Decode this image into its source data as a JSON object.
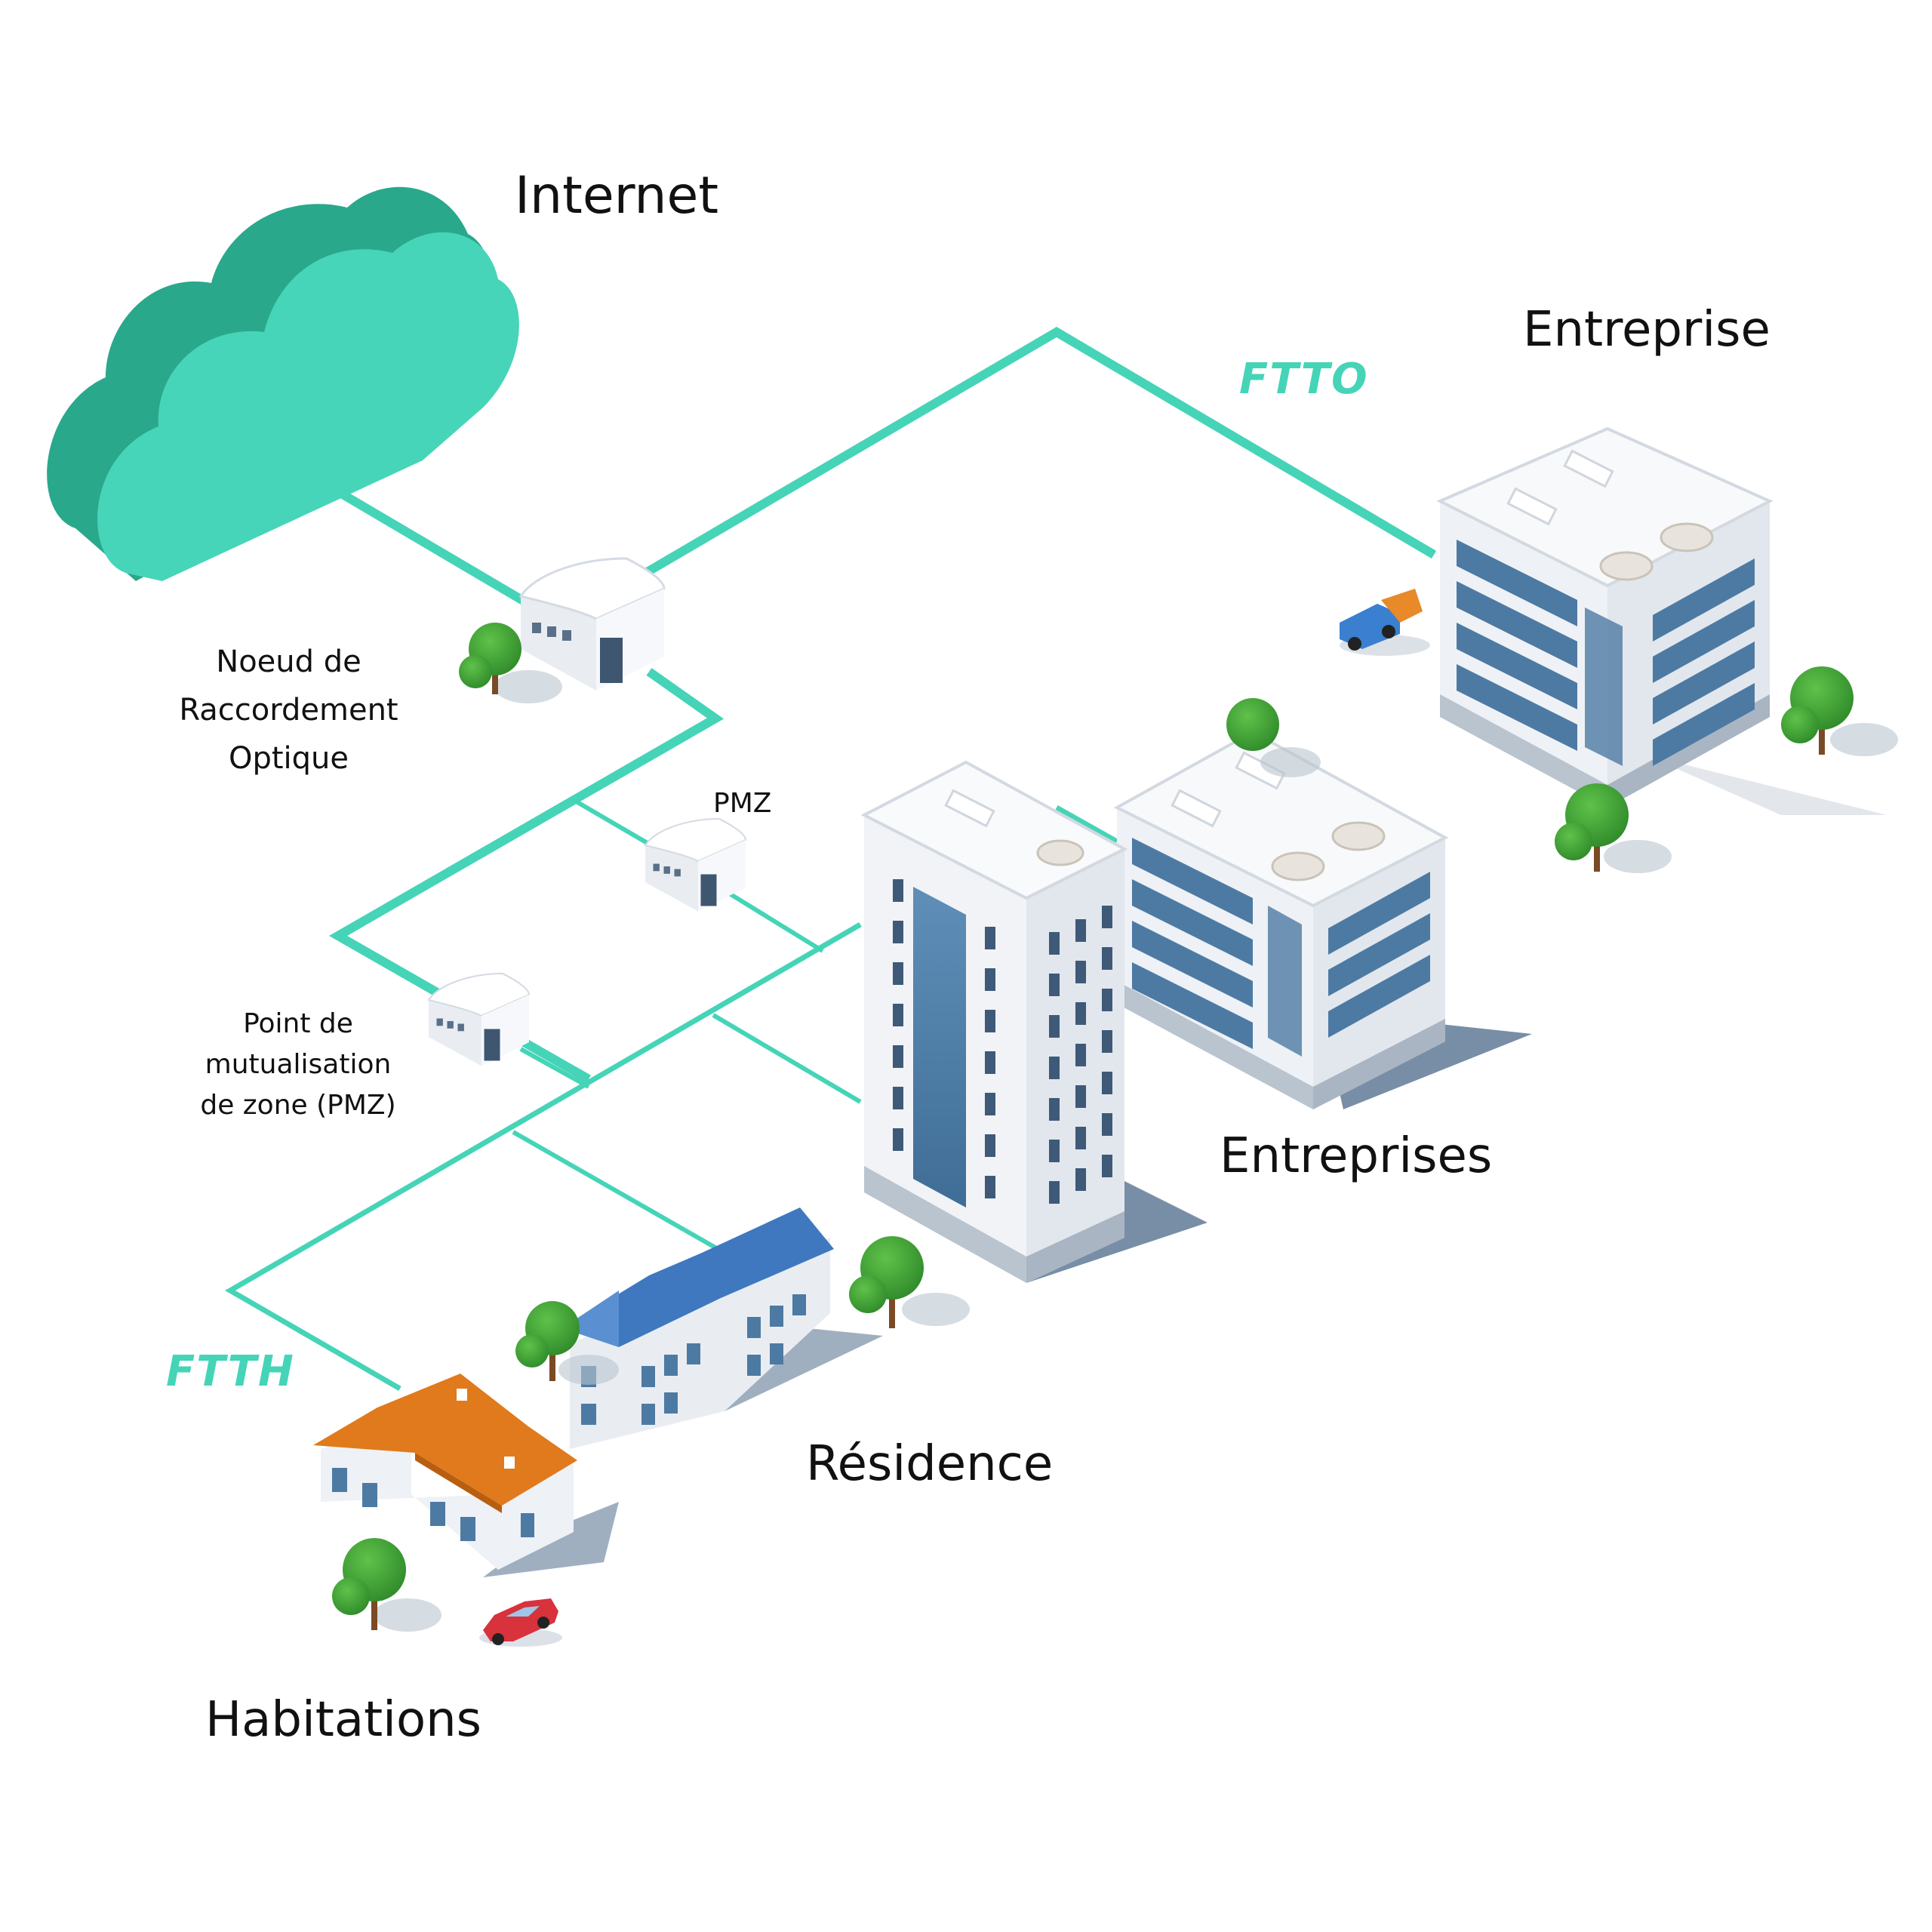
{
  "colors": {
    "fiber": "#45d4b7",
    "cloud_front": "#46d5b8",
    "cloud_side": "#2aa88b",
    "label_text": "#111111"
  },
  "labels": {
    "internet": "Internet",
    "entreprise": "Entreprise",
    "ftto": "FTTO",
    "ftth": "FTTH",
    "nro_line1": "Noeud de",
    "nro_line2": "Raccordement",
    "nro_line3": "Optique",
    "pmz": "PMZ",
    "pm_line1": "Point de",
    "pm_line2": "mutualisation",
    "pm_line3": "de zone (PMZ)",
    "entreprises": "Entreprises",
    "residence": "Résidence",
    "habitations": "Habitations"
  },
  "icons": [
    "cloud-icon",
    "shelter-icon",
    "office-building-icon",
    "tower-building-icon",
    "townhouse-icon",
    "house-icon",
    "tree-icon",
    "truck-icon",
    "car-icon"
  ]
}
